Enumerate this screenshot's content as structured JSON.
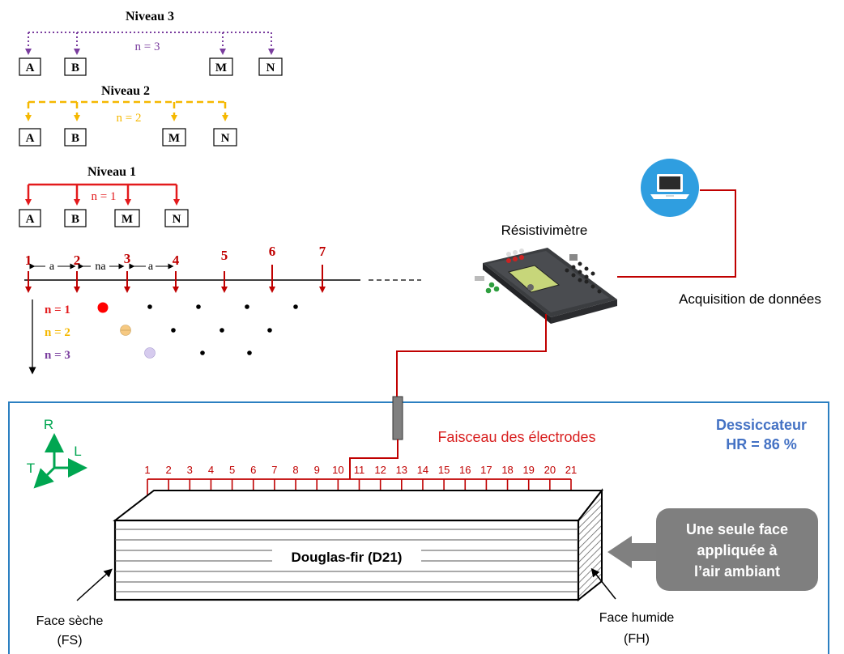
{
  "colors": {
    "level1": "#e31a1c",
    "level2": "#f5b800",
    "level3": "#7a3d9e",
    "blue_title": "#4472c4",
    "axes": "#00a651",
    "red_label": "#d81e1e",
    "callout_bg": "#7f7f7f"
  },
  "levels": [
    {
      "title": "Niveau 3",
      "n_label": "n = 3",
      "electrodes": [
        "A",
        "B",
        "M",
        "N"
      ]
    },
    {
      "title": "Niveau 2",
      "n_label": "n = 2",
      "electrodes": [
        "A",
        "B",
        "M",
        "N"
      ]
    },
    {
      "title": "Niveau 1",
      "n_label": "n = 1",
      "electrodes": [
        "A",
        "B",
        "M",
        "N"
      ]
    }
  ],
  "electrode_line": {
    "numbers": [
      "1",
      "2",
      "3",
      "4",
      "5",
      "6",
      "7"
    ],
    "spacing_labels": [
      "a",
      "na",
      "a"
    ]
  },
  "pseudo_section": {
    "rows": [
      {
        "label": "n = 1"
      },
      {
        "label": "n = 2"
      },
      {
        "label": "n = 3"
      }
    ]
  },
  "equipment": {
    "resistivimeter_label": "Résistivimètre",
    "acquisition_label": "Acquisition de données",
    "laptop_icon": "laptop-icon"
  },
  "chamber": {
    "title": "Dessiccateur",
    "humidity": "HR = 86 %",
    "harness_label": "Faisceau des électrodes",
    "electrode_numbers": [
      "1",
      "2",
      "3",
      "4",
      "5",
      "6",
      "7",
      "8",
      "9",
      "10",
      "11",
      "12",
      "13",
      "14",
      "15",
      "16",
      "17",
      "18",
      "19",
      "20",
      "21"
    ],
    "axes": {
      "r": "R",
      "l": "L",
      "t": "T"
    },
    "specimen_label": "Douglas-fir (D21)",
    "dry_face": {
      "line1": "Face sèche",
      "line2": "(FS)"
    },
    "wet_face": {
      "line1": "Face humide",
      "line2": "(FH)"
    },
    "callout": {
      "line1": "Une seule face",
      "line2": "appliquée à",
      "line3": "l’air ambiant"
    }
  }
}
